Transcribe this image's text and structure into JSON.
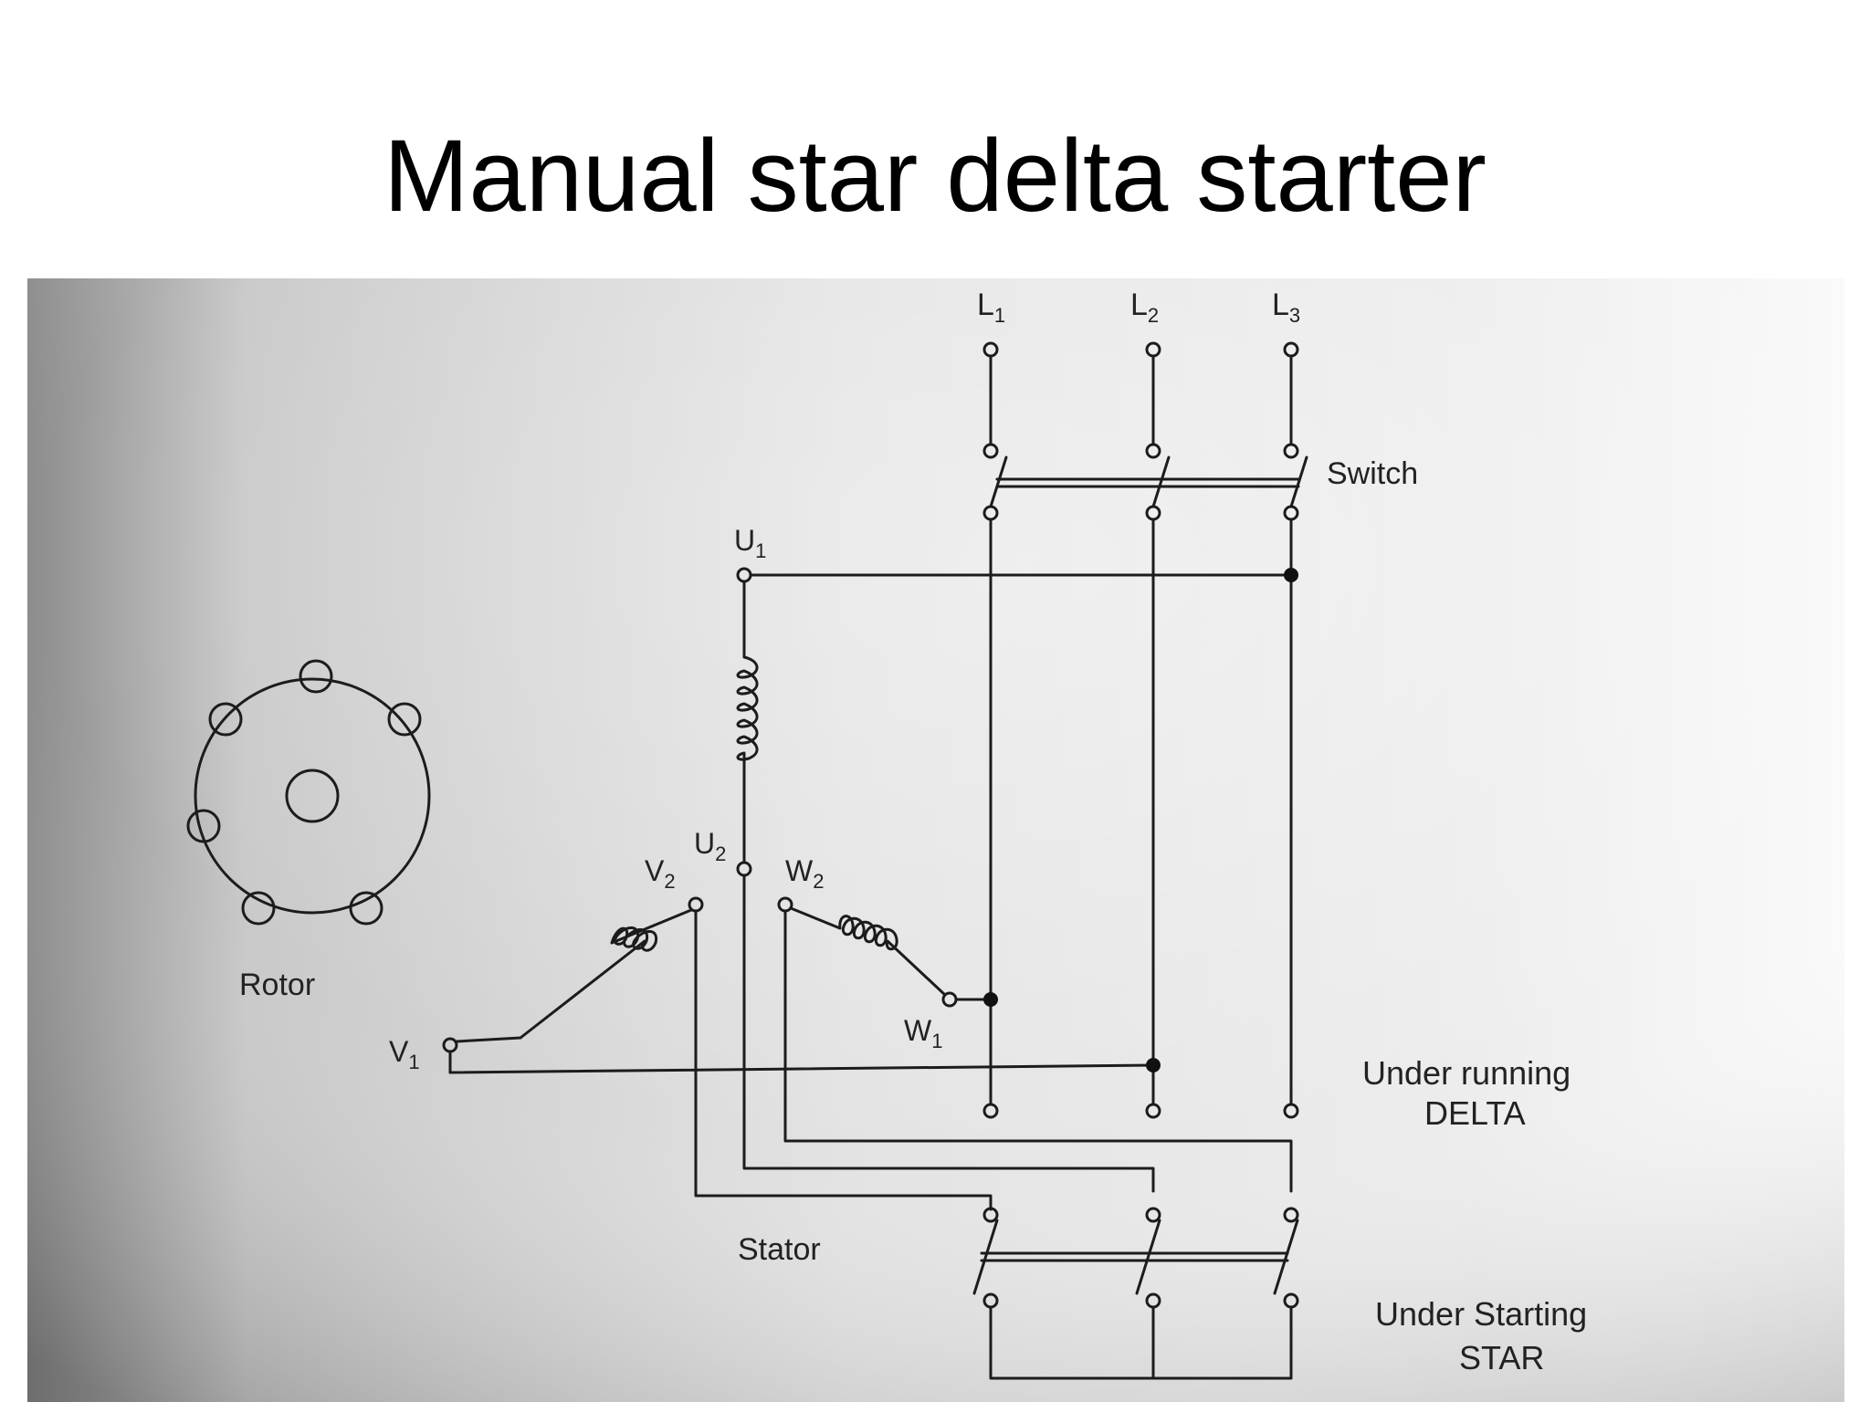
{
  "slide": {
    "title": "Manual star delta starter"
  },
  "diagram": {
    "lines": {
      "l1": "L",
      "l1_sub": "1",
      "l2": "L",
      "l2_sub": "2",
      "l3": "L",
      "l3_sub": "3"
    },
    "switch_label": "Switch",
    "rotor_label": "Rotor",
    "stator_label": "Stator",
    "terminals": {
      "u1": "U",
      "u1_sub": "1",
      "u2": "U",
      "u2_sub": "2",
      "v1": "V",
      "v1_sub": "1",
      "v2": "V",
      "v2_sub": "2",
      "w1": "W",
      "w1_sub": "1",
      "w2": "W",
      "w2_sub": "2"
    },
    "delta_label": {
      "line1": "Under running",
      "line2": "DELTA"
    },
    "star_label": {
      "line1": "Under Starting",
      "line2": "STAR"
    }
  }
}
